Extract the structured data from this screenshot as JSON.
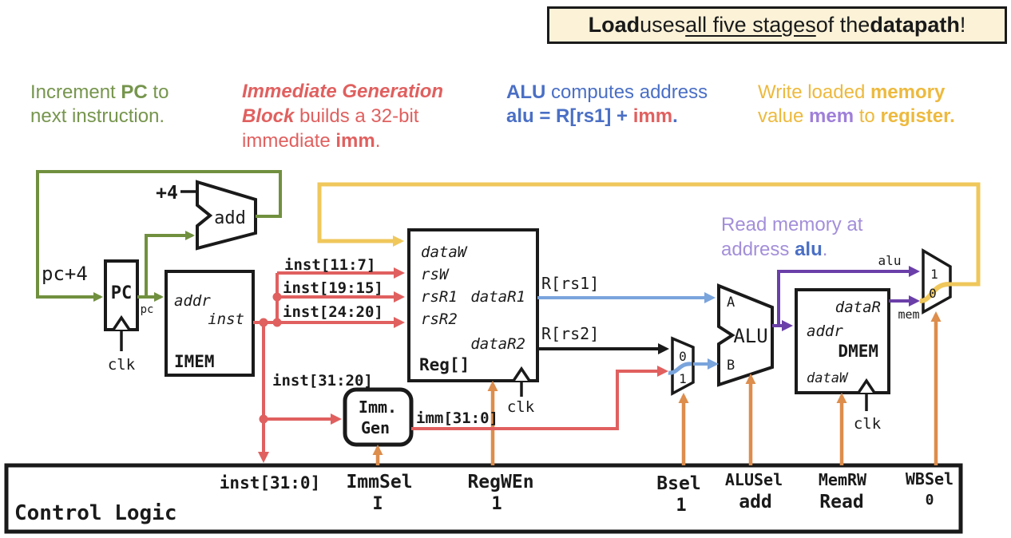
{
  "banner": {
    "load": "Load",
    "uses": " uses ",
    "stages": "all five stages",
    "of_the": " of the ",
    "datapath": "datapath",
    "bang": "!"
  },
  "notes": {
    "pc": {
      "a": "Increment ",
      "b": "PC",
      "c": " to",
      "d": "next instruction."
    },
    "immgen": {
      "a": "Immediate Generation",
      "b": "Block",
      "c": " builds a 32-bit",
      "d": "immediate ",
      "e": "imm",
      "f": "."
    },
    "alu": {
      "a": "ALU",
      "b": " computes address",
      "c": "alu = R[rs1] + ",
      "d": "imm",
      "e": "."
    },
    "writeback": {
      "a": "Write loaded ",
      "b": "memory",
      "c": "value ",
      "d": "mem",
      "e": " to ",
      "f": "register",
      "g": "."
    },
    "readmem": {
      "a": "Read memory at",
      "b": "address ",
      "c": "alu",
      "d": "."
    }
  },
  "blocks": {
    "pc": {
      "name": "PC",
      "out": "pc"
    },
    "adder": {
      "label": "add",
      "increment": "+4"
    },
    "imem": {
      "name": "IMEM",
      "addr": "addr",
      "inst": "inst"
    },
    "reg": {
      "name": "Reg[]",
      "dataW": "dataW",
      "rsW": "rsW",
      "rsR1": "rsR1",
      "rsR2": "rsR2",
      "dataR1": "dataR1",
      "dataR2": "dataR2"
    },
    "immgen": {
      "line1": "Imm.",
      "line2": "Gen"
    },
    "alu": {
      "name": "ALU",
      "a": "A",
      "b": "B"
    },
    "dmem": {
      "name": "DMEM",
      "addr": "addr",
      "dataR": "dataR",
      "dataW": "dataW"
    },
    "clk": "clk",
    "mux0": "0",
    "mux1": "1"
  },
  "wires": {
    "pc_plus4": "pc+4",
    "inst_11_7": "inst[11:7]",
    "inst_19_15": "inst[19:15]",
    "inst_24_20": "inst[24:20]",
    "inst_31_20": "inst[31:20]",
    "inst_31_0": "inst[31:0]",
    "imm_31_0": "imm[31:0]",
    "r_rs1": "R[rs1]",
    "r_rs2": "R[rs2]",
    "alu": "alu",
    "mem": "mem"
  },
  "control": {
    "title": "Control Logic",
    "signals": [
      {
        "name": "ImmSel",
        "value": "I"
      },
      {
        "name": "RegWEn",
        "value": "1"
      },
      {
        "name": "Bsel",
        "value": "1"
      },
      {
        "name": "ALUSel",
        "value": "add"
      },
      {
        "name": "MemRW",
        "value": "Read"
      },
      {
        "name": "WBSel",
        "value": "0"
      }
    ]
  },
  "colors": {
    "green": "#71903F",
    "red": "#E0605F",
    "dark_red": "#A8262C",
    "orange": "#DD8D4C",
    "yellow_wire": "#EFC75B",
    "yellow_text": "#EDB93E",
    "blue_wire": "#7AA4DC",
    "blue_deep": "#4A6FC5",
    "blue_light": "#6FA0DC",
    "purple_wire": "#6B3FA9",
    "purple_light": "#A38FD9",
    "gray": "#ABB0B6",
    "banner_bg": "#FBF2D8"
  }
}
